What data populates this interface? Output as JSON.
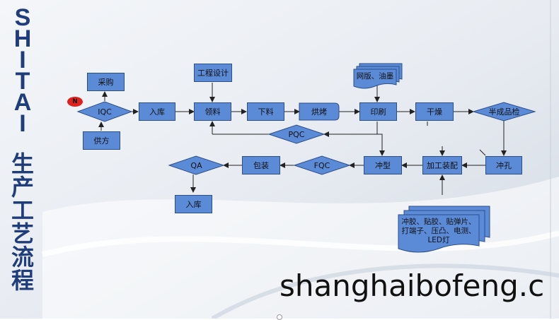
{
  "side_title": {
    "en": "SHITAI",
    "cn": "生产工艺流程"
  },
  "badge": "N",
  "watermark": "shanghaibofeng.c",
  "nodes": {
    "caigou": "采购",
    "iqc": "IQC",
    "gongfang": "供方",
    "ruku1": "入库",
    "gongcheng": "工程设计",
    "lingliao": "领料",
    "xialiao": "下料",
    "hongkao": "烘烤",
    "wangban": "网版、油墨",
    "yinshua": "印刷",
    "ganzao": "干燥",
    "banchengpin": "半成品检",
    "pqc": "PQC",
    "chongkong": "冲孔",
    "jiagong": "加工装配",
    "chongxing": "冲型",
    "fqc": "FQC",
    "baozhuang": "包装",
    "qa": "QA",
    "ruku2": "入库",
    "parts_line1": "冲胶、贴胶、贴弹片、",
    "parts_line2": "打端子、压凸、电测、",
    "parts_line3": "LED灯"
  },
  "colors": {
    "box_fill": "#5b8ad6",
    "box_border": "#2c4f8a",
    "title": "#1f3d7a",
    "badge": "#e0201c"
  }
}
